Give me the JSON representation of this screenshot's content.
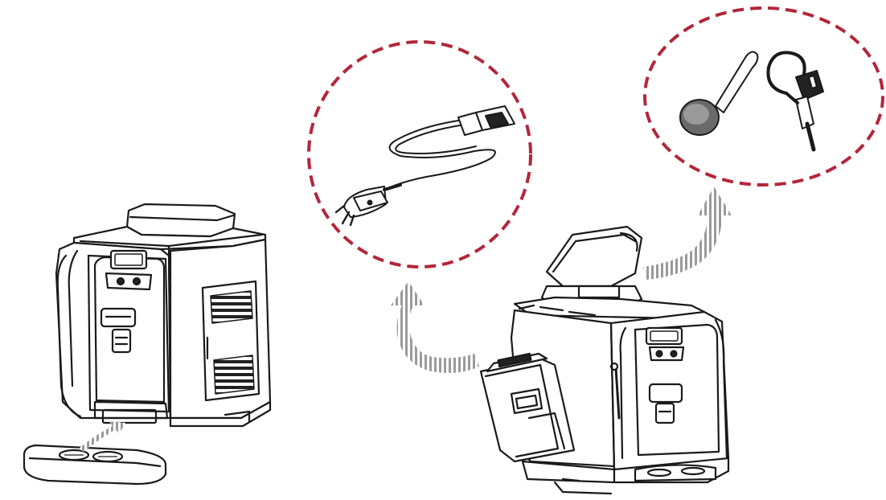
{
  "colors": {
    "background": "#ffffff",
    "line": "#1a1a1a",
    "dashed_circle": "#b3263a",
    "arrow": "#9a9a9a",
    "dark_fill": "#222222"
  },
  "illustration": {
    "machine_front": {
      "icon": "coffee-machine-front-view"
    },
    "drip_tray": {
      "icon": "drip-tray"
    },
    "machine_open": {
      "icon": "coffee-machine-with-open-door-and-lid"
    },
    "power_cord_callout": {
      "icon": "power-cord"
    },
    "accessories_callout": {
      "icon": "measuring-spoon-and-steam-nozzle"
    },
    "arrows": [
      "door-to-cord-arrow",
      "lid-to-accessories-arrow",
      "tray-to-machine-arrow"
    ]
  }
}
